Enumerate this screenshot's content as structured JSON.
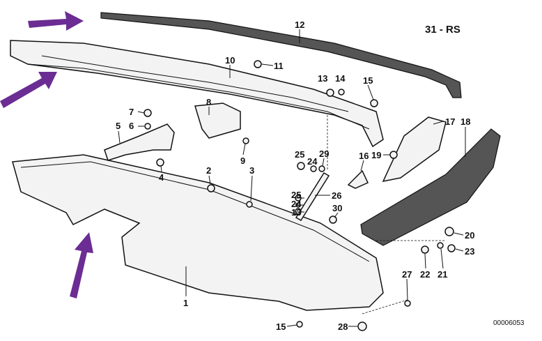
{
  "diagram": {
    "group_code": "31 - RS",
    "image_number": "00006053",
    "labels": {
      "p12": "12",
      "p10": "10",
      "p11": "11",
      "p13a": "13",
      "p14": "14",
      "p15a": "15",
      "p8": "8",
      "p7": "7",
      "p6": "6",
      "p5": "5",
      "p9": "9",
      "p17": "17",
      "p18": "18",
      "p19": "19",
      "p16": "16",
      "p25a": "25",
      "p24a": "24",
      "p29": "29",
      "p2": "2",
      "p3": "3",
      "p4": "4",
      "p26": "26",
      "p25b": "25",
      "p24b": "24",
      "p13b": "13",
      "p30": "30",
      "p20": "20",
      "p23": "23",
      "p22": "22",
      "p21": "21",
      "p27": "27",
      "p1": "1",
      "p15b": "15",
      "p28": "28"
    },
    "arrow_color": "#6b2d93"
  }
}
